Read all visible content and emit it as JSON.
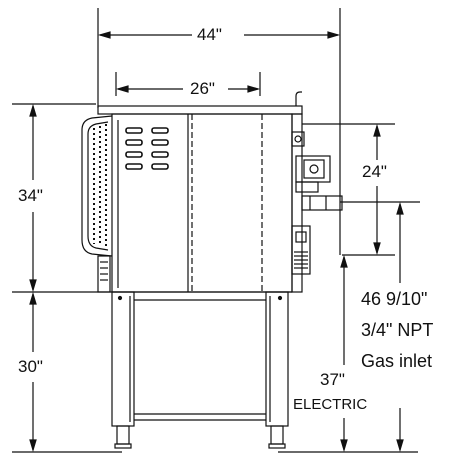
{
  "dimensions": {
    "overall_width": "44\"",
    "cavity_width": "26\"",
    "oven_height": "34\"",
    "stand_height": "30\"",
    "gas_inlet_offset": "24\"",
    "gas_inlet_height": "46 9/10\"",
    "electric_height": "37\""
  },
  "notes": {
    "gas_inlet_size": "3/4\" NPT",
    "gas_inlet_label": "Gas inlet",
    "electric_label": "ELECTRIC"
  }
}
